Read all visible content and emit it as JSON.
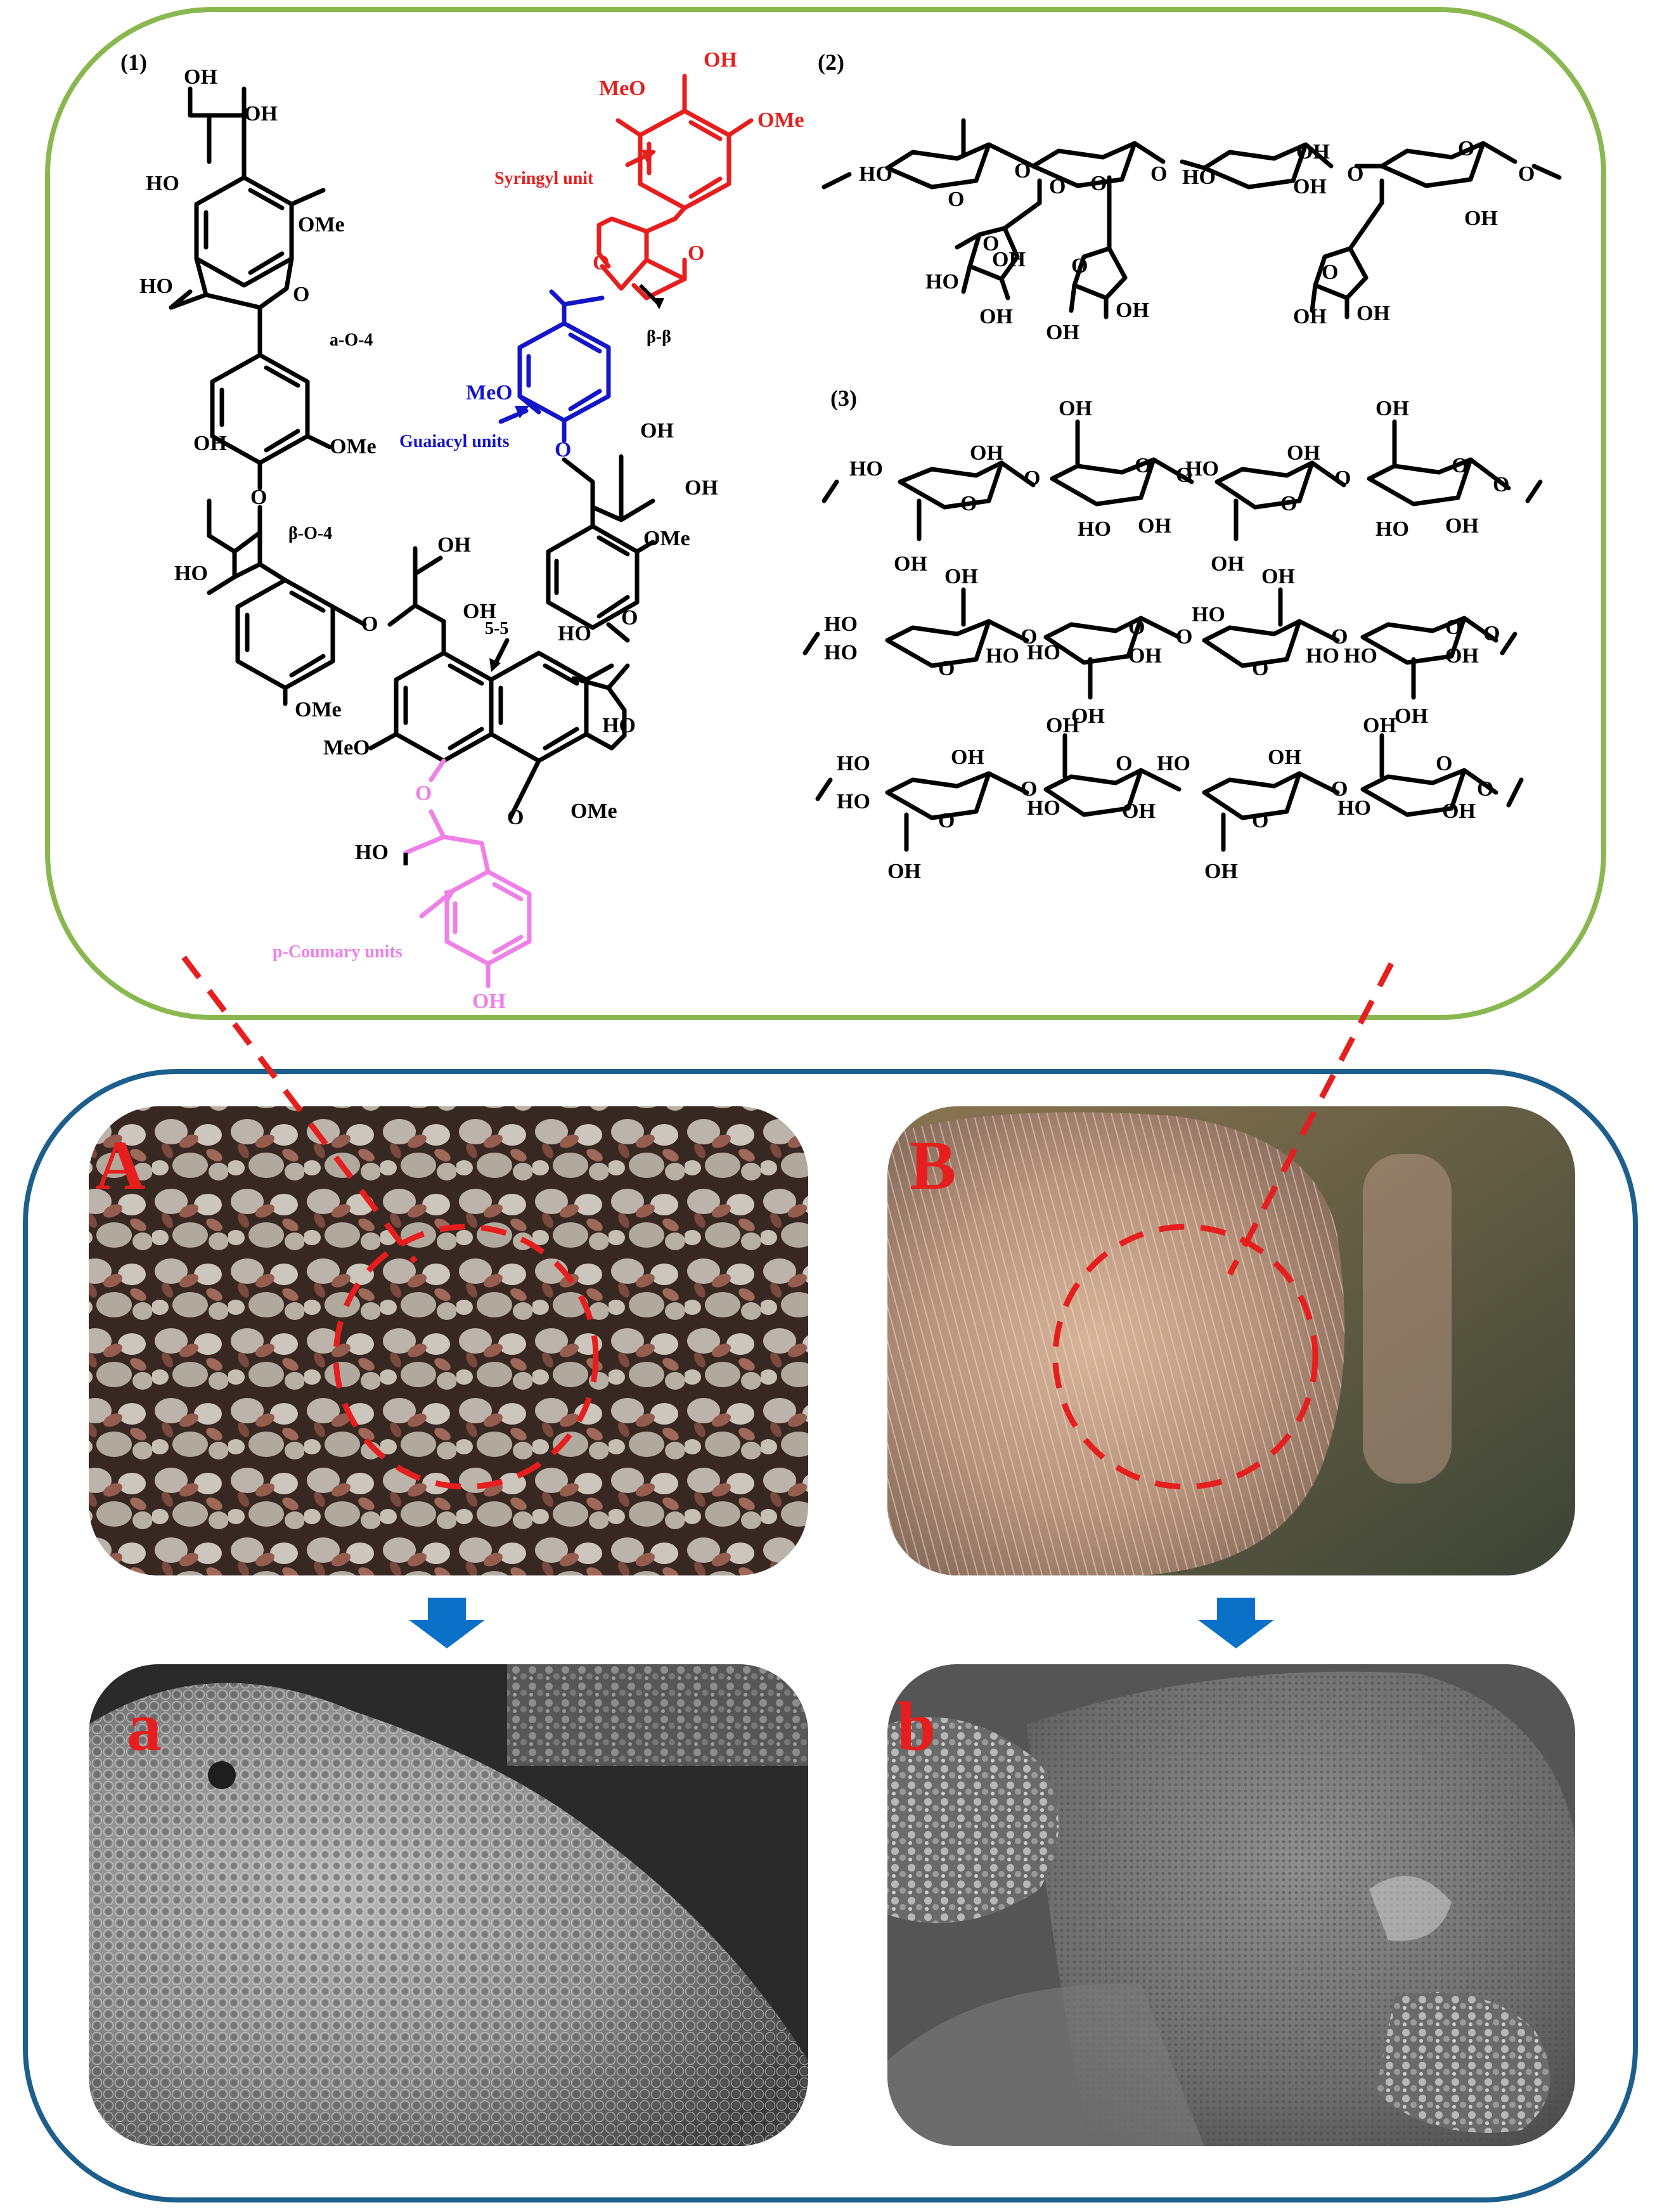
{
  "colors": {
    "green_frame": "#8ab850",
    "blue_frame": "#1d5f8c",
    "red": "#e61e1e",
    "blue_struct": "#1515c8",
    "pink": "#ee80e8",
    "arrow_blue": "#0a70c8",
    "black": "#000000"
  },
  "section_labels": {
    "lignin": "(1)",
    "hemicellulose": "(2)",
    "cellulose": "(3)"
  },
  "lignin": {
    "oh": "OH",
    "ho": "HO",
    "ome": "OMe",
    "meo": "MeO",
    "o": "O",
    "links": {
      "a_o_4": "a-O-4",
      "beta_o_4": "β-O-4",
      "beta_beta": "β-β",
      "five_five": "5-5"
    },
    "units": {
      "syringyl": "Syringyl unit",
      "guaiacyl": "Guaiacyl units",
      "coumaryl": "p-Coumary units"
    }
  },
  "sugar": {
    "oh": "OH",
    "ho": "HO",
    "o": "O"
  },
  "panels": {
    "A": "A",
    "B": "B",
    "a": "a",
    "b": "b"
  }
}
